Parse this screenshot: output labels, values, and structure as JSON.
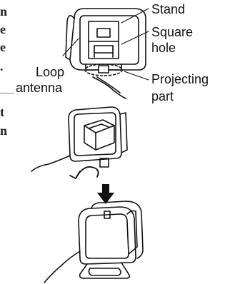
{
  "clipped_text": [
    "n",
    "e",
    "e",
    ".",
    "t",
    "n"
  ],
  "labels": {
    "stand": "Stand",
    "square_hole_line1": "Square",
    "square_hole_line2": "hole",
    "loop_antenna_line1": "Loop",
    "loop_antenna_line2": "antenna",
    "projecting_part_line1": "Projecting",
    "projecting_part_line2": "part"
  }
}
